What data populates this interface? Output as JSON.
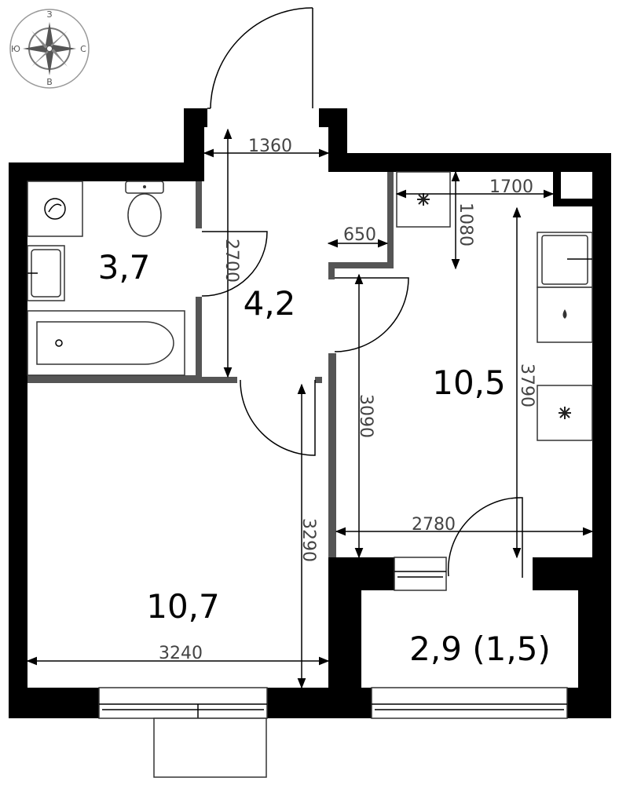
{
  "compass": {
    "north": "З",
    "east": "С",
    "south": "В",
    "west": "Ю"
  },
  "areas": {
    "bathroom": "3,7",
    "hall": "4,2",
    "kitchen": "10,5",
    "room": "10,7",
    "loggia": "2,9 (1,5)"
  },
  "dimensions": {
    "hall_width": "1360",
    "hall_depth": "2700",
    "corridor_step": "650",
    "kitchen_top": "1700",
    "kitchen_niche": "1080",
    "kitchen_depth_left": "3090",
    "kitchen_depth_right": "3790",
    "kitchen_width": "2780",
    "room_depth": "3290",
    "room_width": "3240"
  }
}
